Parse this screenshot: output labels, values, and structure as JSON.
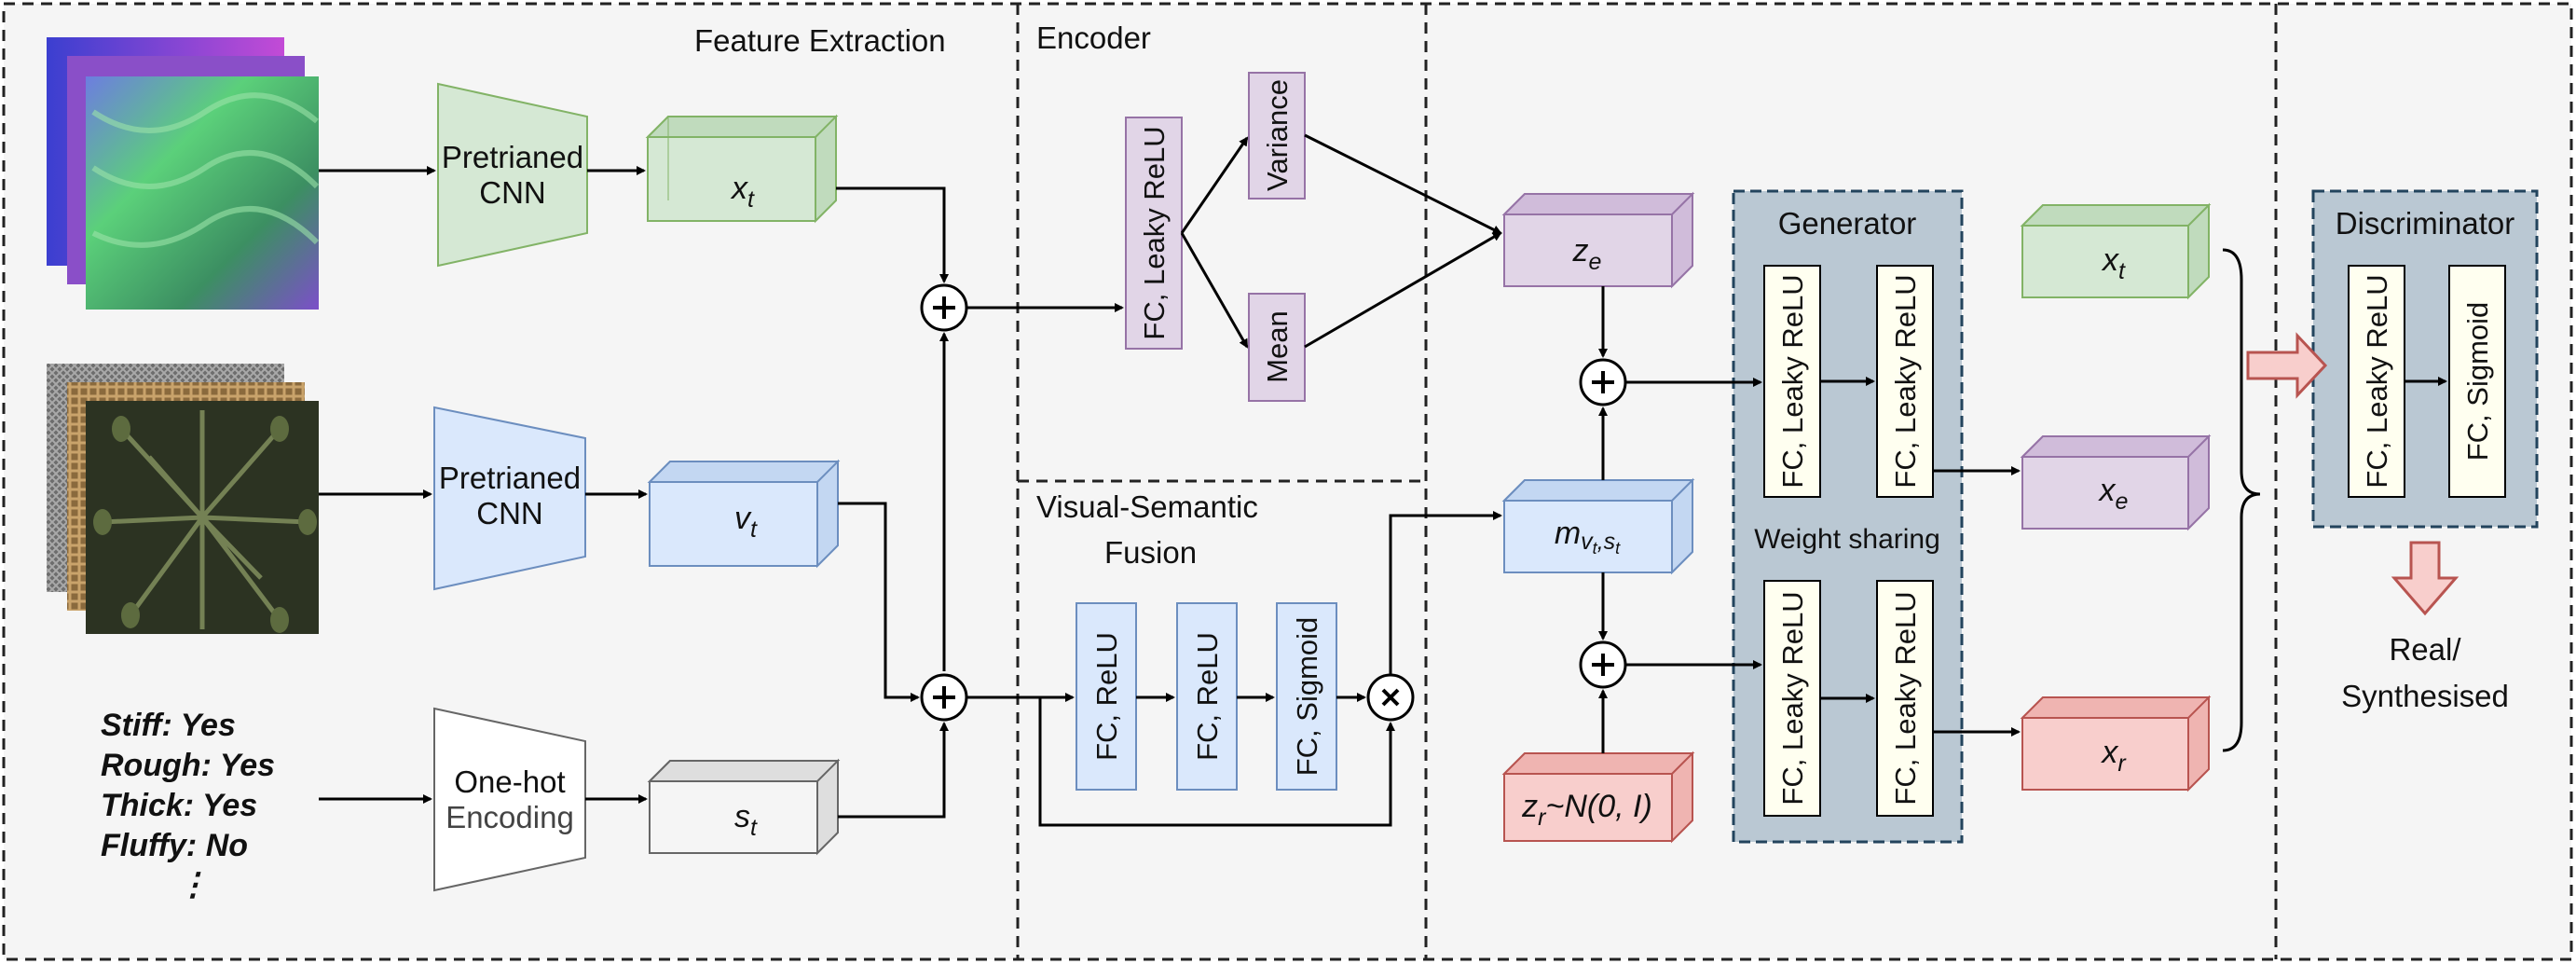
{
  "sections": {
    "feature_extraction": "Feature Extraction",
    "encoder": "Encoder",
    "visual_semantic_fusion": [
      "Visual-Semantic",
      "Fusion"
    ],
    "generator": "Generator",
    "weight_sharing": "Weight sharing",
    "discriminator": "Discriminator"
  },
  "cnn": {
    "line1": "Pretrianed",
    "line2": "CNN"
  },
  "onehot": {
    "line1": "One-hot",
    "line2": "Encoding"
  },
  "features": {
    "x": "x",
    "x_sub": "t",
    "v": "v",
    "v_sub": "t",
    "s": "s",
    "s_sub": "t"
  },
  "encoder": {
    "fc": "FC, Leaky ReLU",
    "variance": "Variance",
    "mean": "Mean",
    "ze": "z",
    "ze_sub": "e"
  },
  "fusion": {
    "fc1": "FC, ReLU",
    "fc2": "FC, ReLU",
    "fc3": "FC, Sigmoid",
    "m": "m",
    "m_sub": "v",
    "m_sub2": "t",
    "m_sub3": ",s",
    "m_sub4": "t"
  },
  "noise": {
    "z": "z",
    "z_sub": "r",
    "rest": "~N(0, I)"
  },
  "generator": {
    "fc": "FC, Leaky ReLU",
    "outputs": [
      {
        "sym": "x",
        "sub": "t"
      },
      {
        "sym": "x",
        "sub": "e"
      },
      {
        "sym": "x",
        "sub": "r"
      }
    ]
  },
  "discriminator": {
    "fc1": "FC, Leaky ReLU",
    "fc2": "FC, Sigmoid",
    "output": [
      "Real/",
      "Synthesised"
    ]
  },
  "attributes": [
    "Stiff: Yes",
    "Rough: Yes",
    "Thick: Yes",
    "Fluffy: No",
    "⋮"
  ],
  "colors": {
    "green_fill": "#d5e8d4",
    "green_stroke": "#82b366",
    "blue_fill": "#dae8fc",
    "blue_stroke": "#6c8ebf",
    "gray_fill": "#f5f5f5",
    "gray_stroke": "#666666",
    "purple_fill": "#e1d5e7",
    "purple_stroke": "#9673a6",
    "red_fill": "#f8cecc",
    "red_stroke": "#b85450",
    "panel_fill": "#bac8d3",
    "panel_stroke": "#23445d",
    "fc_fill": "#fffff0"
  }
}
